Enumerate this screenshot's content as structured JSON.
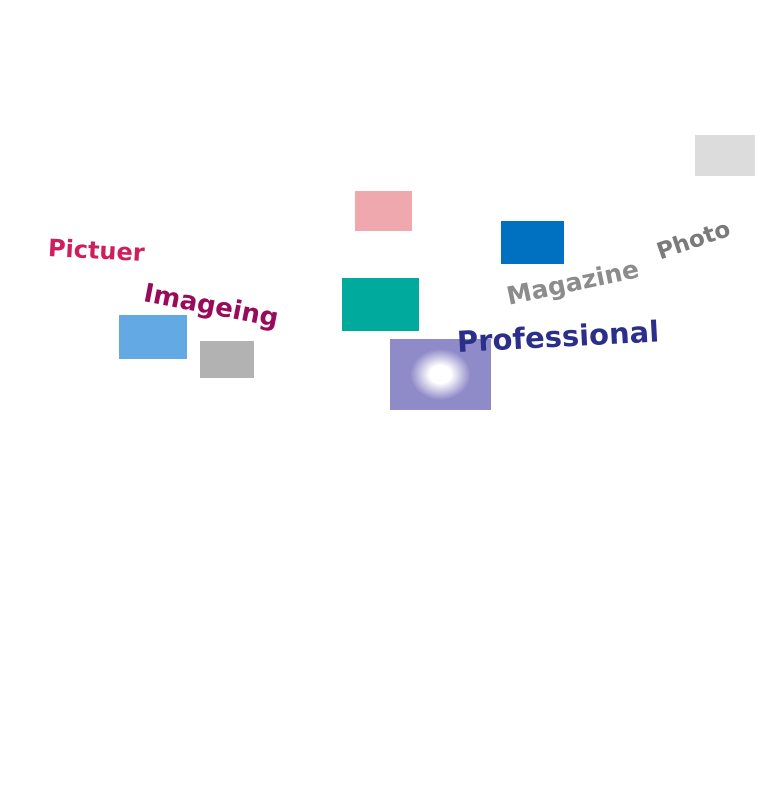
{
  "words": {
    "pictuer": "Pictuer",
    "imageing": "Imageing",
    "professional": "Professional",
    "magazine": "Magazine",
    "photo": "Photo"
  },
  "colors": {
    "pictuer": "#cc1f5b",
    "imageing": "#9a0a5a",
    "professional": "#2b2f8b",
    "magazine": "#8c8c8c",
    "photo": "#7a7a7a",
    "rect_lightgray": "#dcdcdc",
    "rect_pink": "#eea8ae",
    "rect_blue": "#0070c0",
    "rect_teal": "#00ab9d",
    "rect_skyblue": "#63a9e3",
    "rect_gray": "#b2b2b2",
    "rect_glow_outer": "#8f8ac8",
    "rect_glow_inner": "#ffffff"
  }
}
